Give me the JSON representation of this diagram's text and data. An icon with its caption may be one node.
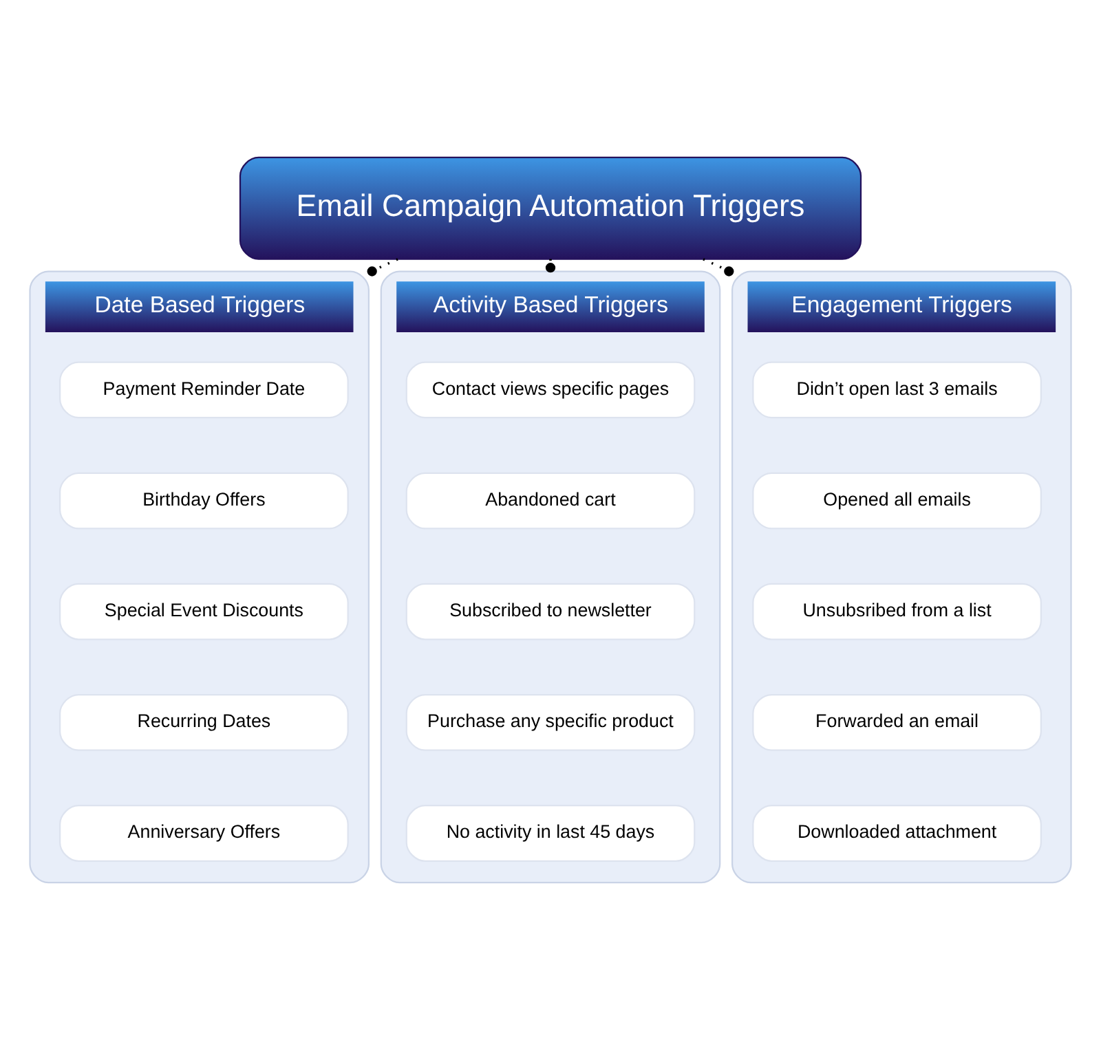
{
  "diagram": {
    "nodes": [
      {
        "text": [
          "Email Campaign Automation Triggers"
        ]
      },
      {
        "text": [
          "Date Based Triggers"
        ]
      },
      {
        "text": [
          "Payment Reminder Date"
        ],
        "in": 1
      },
      {
        "text": [
          "Birthday Offers"
        ],
        "in": 1
      },
      {
        "text": [
          "Special Event Discounts"
        ],
        "in": 1
      },
      {
        "text": [
          "Recurring Dates"
        ],
        "in": 1
      },
      {
        "text": [
          "Anniversary Offers"
        ],
        "in": 1
      },
      {
        "text": [
          "Activity Based Triggers"
        ]
      },
      {
        "text": [
          "Contact views specific pages"
        ],
        "in": 7
      },
      {
        "text": [
          "Abandoned cart"
        ],
        "in": 7
      },
      {
        "text": [
          "Subscribed to newsletter"
        ],
        "in": 7
      },
      {
        "text": [
          "Purchase any specific product"
        ],
        "in": 7
      },
      {
        "text": [
          "No activity in last 45 days"
        ],
        "in": 7
      },
      {
        "text": [
          "Engagement Triggers"
        ]
      },
      {
        "text": [
          "Didn’t open last 3 emails"
        ],
        "in": 13
      },
      {
        "text": [
          "Opened all emails"
        ],
        "in": 13
      },
      {
        "text": [
          "Unsubsribed from a list"
        ],
        "in": 13
      },
      {
        "text": [
          "Forwarded an email"
        ],
        "in": 13
      },
      {
        "text": [
          "Downloaded attachment"
        ],
        "in": 13
      }
    ],
    "edges": [
      {
        "from": 0,
        "to": 1,
        "arrow": "other",
        "style": "dashed"
      },
      {
        "from": 0,
        "to": 7,
        "arrow": "other",
        "style": "dashed"
      },
      {
        "from": 0,
        "to": 13,
        "arrow": "other",
        "style": "dashed"
      }
    ]
  }
}
